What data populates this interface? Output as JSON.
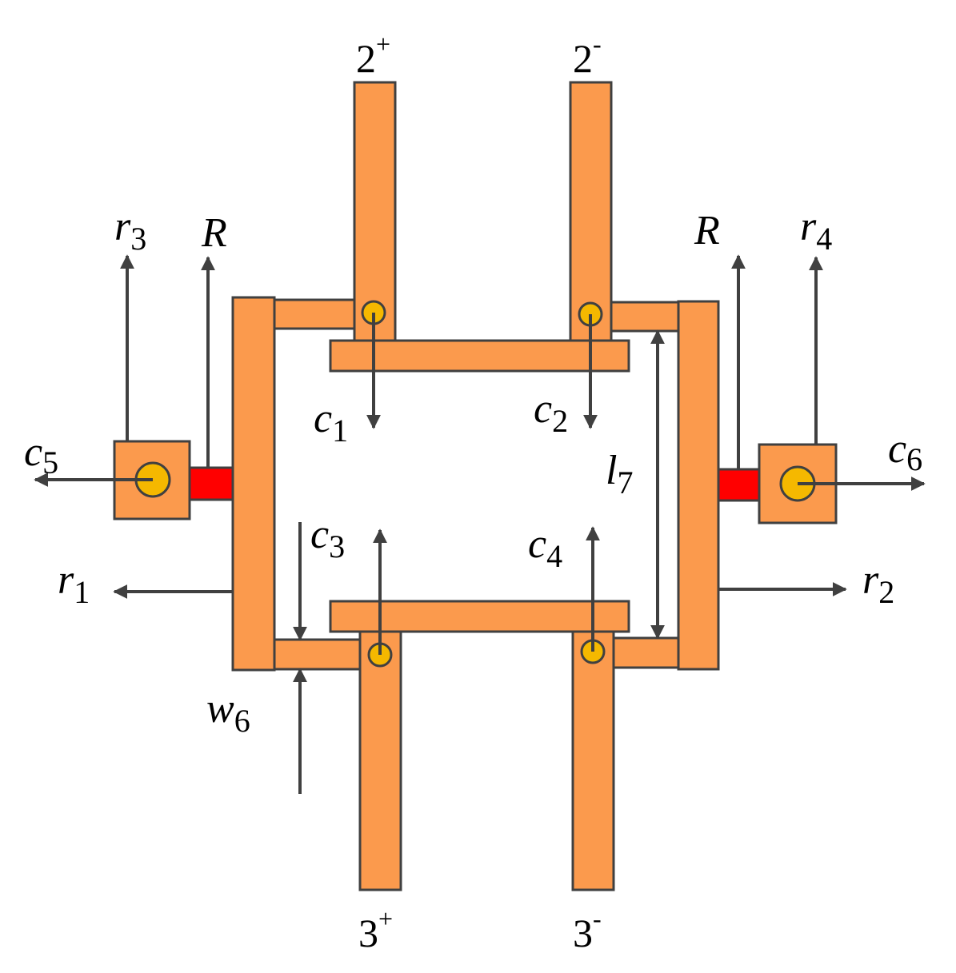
{
  "colors": {
    "strip": "#FB9A4D",
    "resistor": "#FF0000",
    "via": "#F5B800",
    "outline": "#404040",
    "arrow": "#404040"
  },
  "ports": {
    "p2plus": {
      "base": "2",
      "sign": "+"
    },
    "p2minus": {
      "base": "2",
      "sign": "-"
    },
    "p3plus": {
      "base": "3",
      "sign": "+"
    },
    "p3minus": {
      "base": "3",
      "sign": "-"
    }
  },
  "labels": {
    "r3": {
      "base": "r",
      "sub": "3"
    },
    "r4": {
      "base": "r",
      "sub": "4"
    },
    "r1": {
      "base": "r",
      "sub": "1"
    },
    "r2": {
      "base": "r",
      "sub": "2"
    },
    "R_left": {
      "base": "R"
    },
    "R_right": {
      "base": "R"
    },
    "c1": {
      "base": "c",
      "sub": "1"
    },
    "c2": {
      "base": "c",
      "sub": "2"
    },
    "c3": {
      "base": "c",
      "sub": "3"
    },
    "c4": {
      "base": "c",
      "sub": "4"
    },
    "c5": {
      "base": "c",
      "sub": "5"
    },
    "c6": {
      "base": "c",
      "sub": "6"
    },
    "l7": {
      "base": "l",
      "sub": "7"
    },
    "w6": {
      "base": "w",
      "sub": "6"
    }
  }
}
